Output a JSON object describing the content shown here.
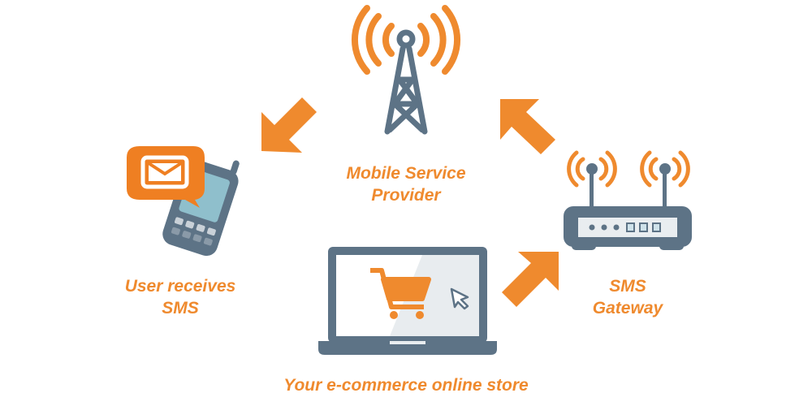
{
  "colors": {
    "accent": "#ef8a2e",
    "slate": "#5d7386",
    "screen": "#8fbfcc"
  },
  "nodes": {
    "provider": {
      "line1": "Mobile Service",
      "line2": "Provider",
      "icon": "cell-tower-icon"
    },
    "user": {
      "line1": "User receives",
      "line2": "SMS",
      "icon": "mobile-phone-message-icon"
    },
    "gateway": {
      "line1": "SMS",
      "line2": "Gateway",
      "icon": "router-icon"
    },
    "store": {
      "line1": "Your e-commerce online store",
      "icon": "laptop-cart-icon"
    }
  }
}
